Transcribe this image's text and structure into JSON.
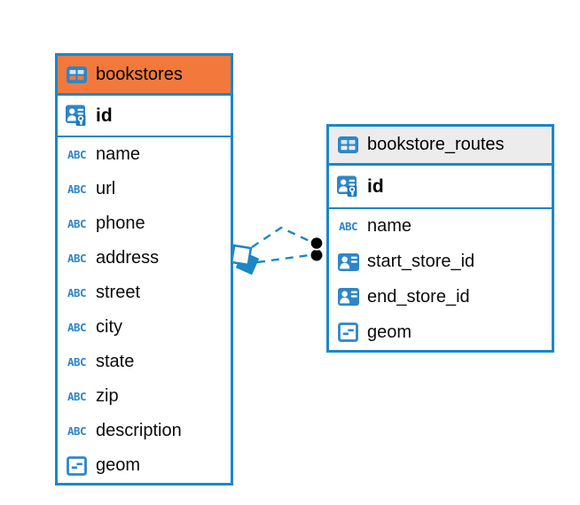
{
  "canvas": {
    "background": "#ffffff"
  },
  "colors": {
    "accent_blue": "#1b87c9",
    "icon_blue": "#2e86c8",
    "orange_header": "#f2793b",
    "gray_header": "#ececec",
    "text": "#0b0b0b",
    "endpoint_dot": "#000000"
  },
  "icons": {
    "text_badge": "ABC",
    "table_icon": "table-grid-icon",
    "primary_key_icon": "person-key-icon",
    "reference_icon": "person-badge-icon",
    "geometry_icon": "square-dashes-icon",
    "connector_source_icon": "stacked-squares-icon",
    "connector_endpoint_icon": "filled-circle-dot"
  },
  "tables": [
    {
      "title": "bookstores",
      "header_style": "orange",
      "primary_key": {
        "label": "id",
        "type": "primary-key"
      },
      "fields": [
        {
          "label": "name",
          "type": "text"
        },
        {
          "label": "url",
          "type": "text"
        },
        {
          "label": "phone",
          "type": "text"
        },
        {
          "label": "address",
          "type": "text"
        },
        {
          "label": "street",
          "type": "text"
        },
        {
          "label": "city",
          "type": "text"
        },
        {
          "label": "state",
          "type": "text"
        },
        {
          "label": "zip",
          "type": "text"
        },
        {
          "label": "description",
          "type": "text"
        },
        {
          "label": "geom",
          "type": "geometry"
        }
      ]
    },
    {
      "title": "bookstore_routes",
      "header_style": "gray",
      "primary_key": {
        "label": "id",
        "type": "primary-key"
      },
      "fields": [
        {
          "label": "name",
          "type": "text"
        },
        {
          "label": "start_store_id",
          "type": "reference"
        },
        {
          "label": "end_store_id",
          "type": "reference"
        },
        {
          "label": "geom",
          "type": "geometry"
        }
      ]
    }
  ],
  "connector": {
    "style": "dashed",
    "color": "#1b87c9",
    "line_count": 2,
    "source_table": "bookstores",
    "target_table": "bookstore_routes"
  }
}
